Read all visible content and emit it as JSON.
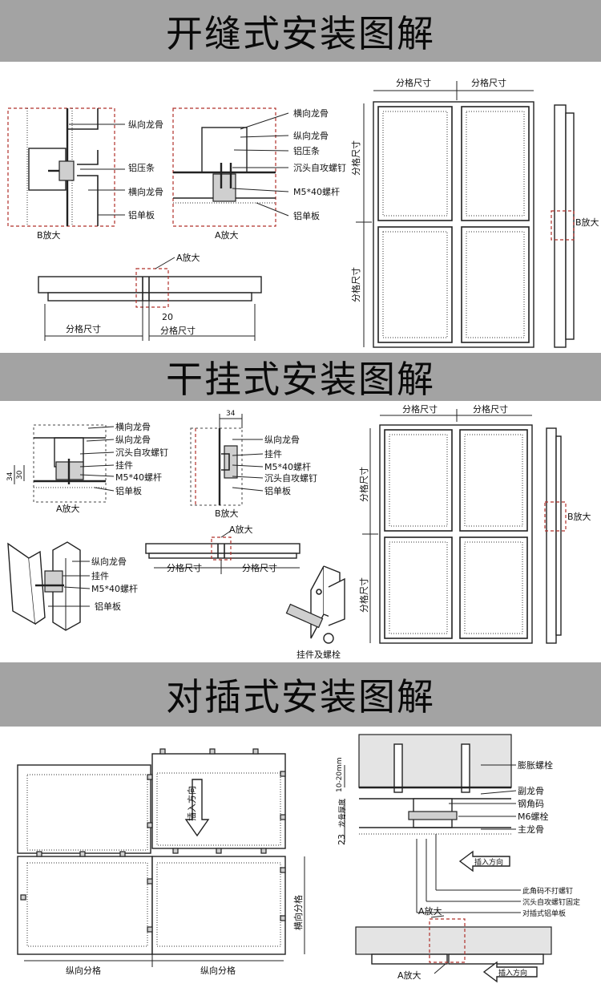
{
  "sections": [
    {
      "title": "开缝式安装图解"
    },
    {
      "title": "干挂式安装图解"
    },
    {
      "title": "对插式安装图解"
    }
  ],
  "open_joint": {
    "b_detail": {
      "caption": "B放大",
      "labels": [
        "纵向龙骨",
        "铝压条",
        "横向龙骨",
        "铝单板"
      ]
    },
    "a_detail": {
      "caption": "A放大",
      "labels": [
        "横向龙骨",
        "纵向龙骨",
        "铝压条",
        "沉头自攻螺钉",
        "M5*40螺杆",
        "铝单板"
      ]
    },
    "section": {
      "callout": "A放大",
      "gap": "20",
      "dim_left": "分格尺寸",
      "dim_right": "分格尺寸"
    },
    "elevation": {
      "dim_top_left": "分格尺寸",
      "dim_top_right": "分格尺寸",
      "dim_side_upper": "分格尺寸",
      "dim_side_lower": "分格尺寸",
      "callout": "B放大"
    }
  },
  "dry_hang": {
    "a_detail": {
      "caption": "A放大",
      "dim_34": "34",
      "dim_30": "30",
      "labels": [
        "横向龙骨",
        "纵向龙骨",
        "沉头自攻螺钉",
        "挂件",
        "M5*40螺杆",
        "铝单板"
      ]
    },
    "b_detail": {
      "caption": "B放大",
      "dim_top": "34",
      "labels": [
        "纵向龙骨",
        "挂件",
        "M5*40螺杆",
        "沉头自攻螺钉",
        "铝单板"
      ]
    },
    "iso": {
      "labels": [
        "纵向龙骨",
        "挂件",
        "M5*40螺杆",
        "铝单板"
      ]
    },
    "section": {
      "callout": "A放大",
      "dim_left": "分格尺寸",
      "dim_right": "分格尺寸"
    },
    "hardware": {
      "caption": "挂件及螺栓"
    },
    "elevation": {
      "dim_top_left": "分格尺寸",
      "dim_top_right": "分格尺寸",
      "dim_side_upper": "分格尺寸",
      "dim_side_lower": "分格尺寸",
      "callout": "B放大"
    }
  },
  "plug_in": {
    "panel_view": {
      "arrow_text": "插入方向",
      "side_dim": "横向分格",
      "dim_left": "纵向分格",
      "dim_right": "纵向分格"
    },
    "section": {
      "dim_gap": "10-20mm",
      "dim_thickness": "23",
      "dim_thickness_note": "龙骨厚度",
      "labels": [
        "膨胀螺栓",
        "副龙骨",
        "钢角码",
        "M6螺栓",
        "主龙骨"
      ],
      "arrow_text": "插入方向",
      "notes": [
        "此角码不打螺钉",
        "沉头自攻螺钉固定",
        "对插式铝单板"
      ],
      "callout_top": "A放大",
      "callout_bottom": "A放大",
      "arrow_text_bottom": "插入方向"
    }
  }
}
